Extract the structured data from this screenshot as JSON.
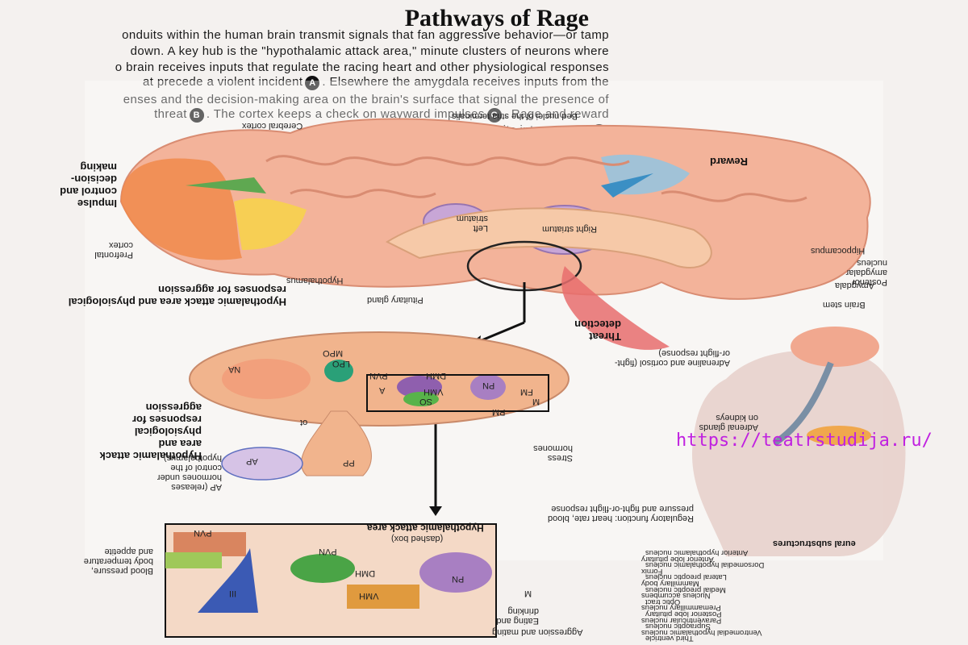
{
  "title": "Pathways of Rage",
  "intro_paragraph": [
    "onduits within the human brain transmit signals that fan aggressive behavior—or tamp",
    "down. A key hub is the \"hypothalamic attack area,\" minute clusters of neurons where",
    "o brain receives inputs that regulate the racing heart and other physiological responses",
    "at precede a violent incident",
    ". Elsewhere the amygdala receives inputs from the",
    "enses and the decision-making area on the brain's surface that signal the presence of",
    "threat",
    ". The cortex keeps a check on wayward impulses",
    ". Rage and reward",
    "rcuits interconnect"
  ],
  "markers": [
    "A",
    "B",
    "C",
    "D"
  ],
  "brain_labels": {
    "cerebral_cortex": "Cerebral cortex",
    "bed_nuclei": "Bed nuclei of the stria terminalis",
    "impulse_control": "Impulse control and decision-making",
    "reward": "Reward",
    "left_striatum": "Left striatum",
    "right_striatum": "Right striatum",
    "prefrontal_cortex": "Prefrontal cortex",
    "hippocampus": "Hippocampus",
    "posterior_amygdalar": "Posterior amygdalar nucleus",
    "amygdala": "Amygdala",
    "hypothalamus": "Hypothalamus",
    "hyp_attack_area": "Hypothalamic attack area and physiological responses for aggression",
    "pituitary": "Pituitary gland",
    "brain_stem": "Brain stem",
    "threat_detection": "Threat detection"
  },
  "detail_labels": {
    "mpo": "MPO",
    "lpo": "LPO",
    "na": "NA",
    "pvn": "PVN",
    "dmh": "DMH",
    "pn": "PN",
    "a": "A",
    "vmh": "VMH",
    "so": "SO",
    "pm": "PM",
    "fm": "FM",
    "m": "M",
    "ot": "ot",
    "pp": "PP",
    "ap": "AP",
    "hyp_attack_area2": "Hypothalamic attack area and physiological responses for aggression",
    "ap_releases": "AP (releases hormones under control of the hypothalamus)",
    "stress_hormones": "Stress hormones",
    "adrenaline": "Adrenaline and cortisol (fight-or-flight response)",
    "adrenal_glands": "Adrenal glands on kidneys"
  },
  "bottom_labels": {
    "box_title": "Hypothalamic attack area",
    "box_subtitle": "(dashed box)",
    "regulatory": "Regulatory function: heart rate, blood pressure and fight-or-flight response",
    "blood_pressure": "Blood pressure, body temperature and appetite",
    "eating_drinking": "Eating and drinking",
    "aggression_mating": "Aggression and mating",
    "pvn": "PVN",
    "dmh": "DMH",
    "vmh": "VMH",
    "pn": "PN",
    "iii": "III",
    "m": "M"
  },
  "substructures": {
    "heading": "eural substructures",
    "items": [
      "Anterior hypothalamic nucleus",
      "Anterior lobe pituitary",
      "Dorsomedial hypothalamic nucleus",
      "Fornix",
      "Lateral preoptic nucleus",
      "Mammillary body",
      "Medial preoptic nucleus",
      "Nucleus accumbens",
      "Optic tract",
      "Premammillary nucleus",
      "Posterior lobe pituitary",
      "Paraventricular nucleus",
      "Supraoptic nucleus",
      "Ventromedial hypothalamic nucleus",
      "Third ventricle"
    ]
  },
  "watermark_url": "https://teatrstudija.ru/"
}
